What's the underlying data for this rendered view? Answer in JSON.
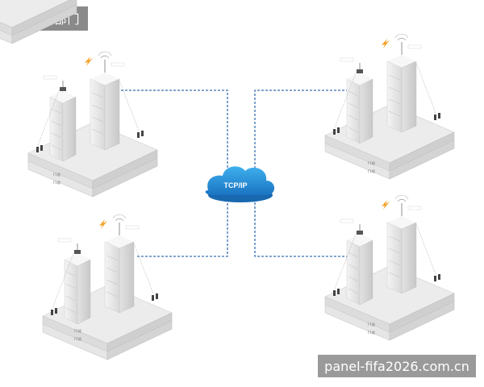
{
  "header": {
    "title": "世界杯部门"
  },
  "cloud": {
    "label": "TCP/IP"
  },
  "sites": [
    {
      "base_label_upper": "F1楼",
      "base_label_lower": "F1楼"
    },
    {
      "base_label_upper": "F1楼",
      "base_label_lower": "F1楼"
    },
    {
      "base_label_upper": "F1楼",
      "base_label_lower": "F1楼"
    },
    {
      "base_label_upper": "F1楼",
      "base_label_lower": "F1楼"
    }
  ],
  "colors": {
    "link": "#3a6fb0",
    "cloud": "#2c8fd6",
    "building": "#e3e3e3",
    "lightning": "#f2a024"
  },
  "watermark": "panel-fifa2026.com.cn"
}
